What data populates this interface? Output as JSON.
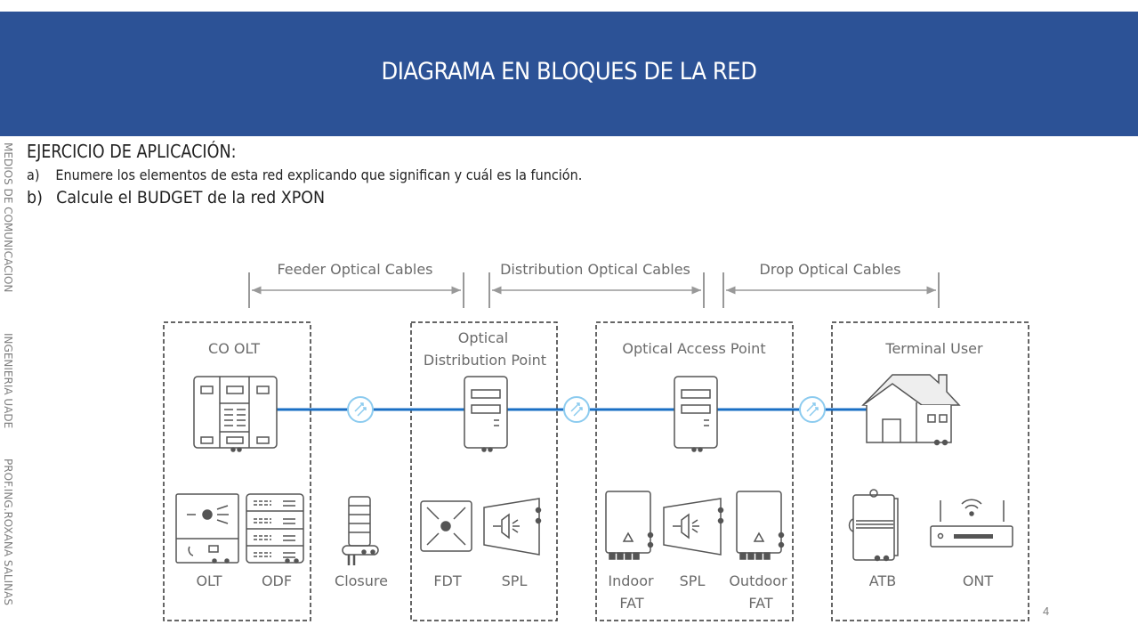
{
  "header": {
    "title": "DIAGRAMA EN BLOQUES DE LA RED",
    "color": "#2c5296"
  },
  "sidebar": {
    "parts": [
      "MEDIOS DE COMUNICACION",
      "INGENIERIA  UADE",
      "PROF.ING.ROXANA SALINAS"
    ]
  },
  "exercise": {
    "title": "EJERCICIO DE APLICACIÓN:",
    "items": [
      {
        "label": "a)",
        "text": "Enumere los elementos de esta red explicando que significan y cuál es la función."
      },
      {
        "label": "b)",
        "text": "Calcule el BUDGET de la red XPON"
      }
    ]
  },
  "diagram": {
    "cable_segments": [
      {
        "label": "Feeder Optical Cables"
      },
      {
        "label": "Distribution Optical Cables"
      },
      {
        "label": "Drop Optical Cables"
      }
    ],
    "blocks": [
      {
        "title": "CO OLT",
        "devices": [
          "OLT",
          "ODF"
        ]
      },
      {
        "title_line1": "Optical",
        "title_line2": "Distribution Point",
        "devices": [
          "FDT",
          "SPL"
        ]
      },
      {
        "title": "Optical Access Point",
        "devices": [
          "Indoor",
          "FAT",
          "SPL",
          "Outdoor",
          "FAT"
        ]
      },
      {
        "title": "Terminal User",
        "devices": [
          "ATB",
          "ONT"
        ]
      }
    ],
    "standalone": {
      "closure": "Closure"
    },
    "link_color": "#1a6fc4",
    "connector_color": "#8ccbef"
  },
  "page_number": "4"
}
